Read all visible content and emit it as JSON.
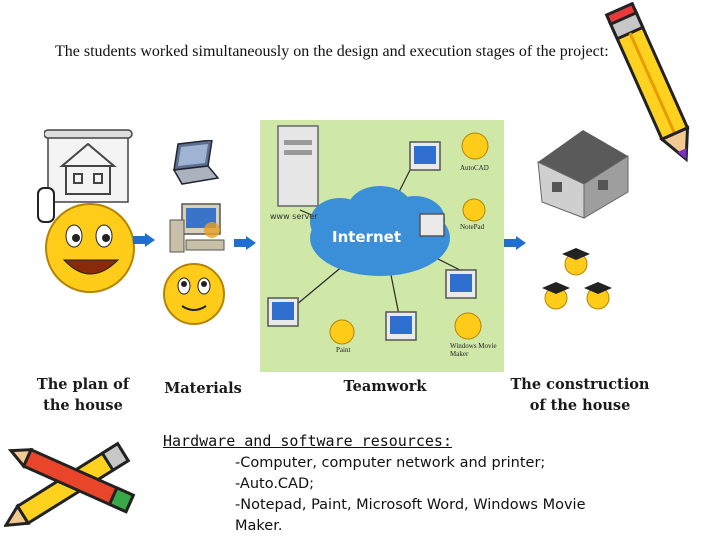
{
  "intro_text": "The students worked simultaneously on the design and execution stages of the project:",
  "diagram": {
    "stages": {
      "plan": "The plan of the house",
      "materials": "Materials",
      "teamwork": "Teamwork",
      "construction": "The construction of the house"
    },
    "teamwork_labels": {
      "server": "www server",
      "internet": "Internet",
      "autocad": "AutoCAD",
      "notepad": "NotePad",
      "paint": "Paint",
      "moviemaker": "Windows Movie Maker"
    }
  },
  "resources": {
    "title": "Hardware and software resources:",
    "items": [
      "-Computer, computer network and printer;",
      "-Auto.CAD;",
      "-Notepad, Paint, Microsoft Word, Windows Movie",
      "Maker."
    ]
  },
  "colors": {
    "panel": "#cfe7a7",
    "cloud": "#3b8fd8",
    "arrow": "#1f6fd1",
    "smiley": "#ffcc1a"
  }
}
